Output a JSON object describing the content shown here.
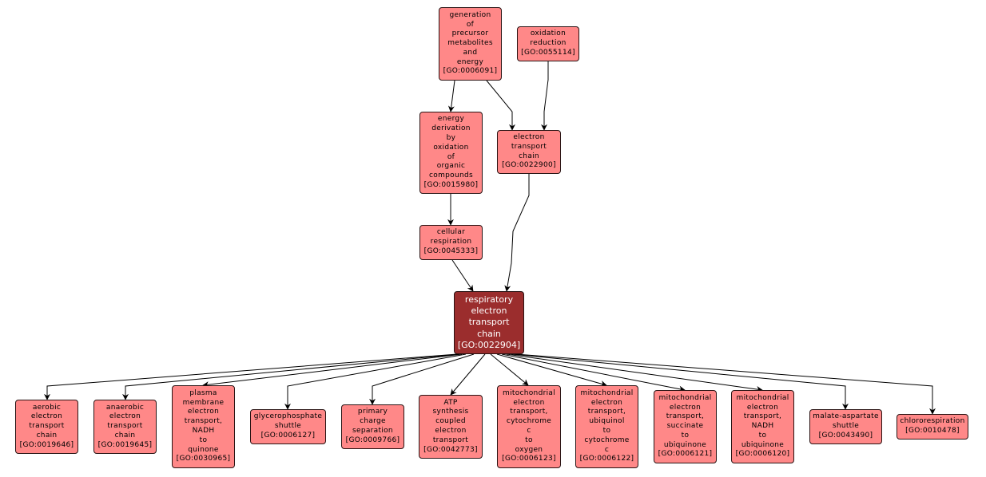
{
  "colors": {
    "node_fill": "#ff8888",
    "focus_fill": "#9b2d2d",
    "edge": "#000000"
  },
  "nodes": [
    {
      "id": "GO:0006091",
      "lines": [
        "generation",
        "of",
        "precursor",
        "metabolites",
        "and",
        "energy",
        "[GO:0006091]"
      ]
    },
    {
      "id": "GO:0055114",
      "lines": [
        "oxidation",
        "reduction",
        "[GO:0055114]"
      ]
    },
    {
      "id": "GO:0015980",
      "lines": [
        "energy",
        "derivation",
        "by",
        "oxidation",
        "of",
        "organic",
        "compounds",
        "[GO:0015980]"
      ]
    },
    {
      "id": "GO:0022900",
      "lines": [
        "electron",
        "transport",
        "chain",
        "[GO:0022900]"
      ]
    },
    {
      "id": "GO:0045333",
      "lines": [
        "cellular",
        "respiration",
        "[GO:0045333]"
      ]
    },
    {
      "id": "GO:0022904",
      "focus": true,
      "lines": [
        "respiratory",
        "electron",
        "transport",
        "chain",
        "[GO:0022904]"
      ]
    },
    {
      "id": "GO:0019646",
      "lines": [
        "aerobic",
        "electron",
        "transport",
        "chain",
        "[GO:0019646]"
      ]
    },
    {
      "id": "GO:0019645",
      "lines": [
        "anaerobic",
        "electron",
        "transport",
        "chain",
        "[GO:0019645]"
      ]
    },
    {
      "id": "GO:0030965",
      "lines": [
        "plasma",
        "membrane",
        "electron",
        "transport,",
        "NADH",
        "to",
        "quinone",
        "[GO:0030965]"
      ]
    },
    {
      "id": "GO:0006127",
      "lines": [
        "glycerophosphate",
        "shuttle",
        "[GO:0006127]"
      ]
    },
    {
      "id": "GO:0009766",
      "lines": [
        "primary",
        "charge",
        "separation",
        "[GO:0009766]"
      ]
    },
    {
      "id": "GO:0042773",
      "lines": [
        "ATP",
        "synthesis",
        "coupled",
        "electron",
        "transport",
        "[GO:0042773]"
      ]
    },
    {
      "id": "GO:0006123",
      "lines": [
        "mitochondrial",
        "electron",
        "transport,",
        "cytochrome",
        "c",
        "to",
        "oxygen",
        "[GO:0006123]"
      ]
    },
    {
      "id": "GO:0006122",
      "lines": [
        "mitochondrial",
        "electron",
        "transport,",
        "ubiquinol",
        "to",
        "cytochrome",
        "c",
        "[GO:0006122]"
      ]
    },
    {
      "id": "GO:0006121",
      "lines": [
        "mitochondrial",
        "electron",
        "transport,",
        "succinate",
        "to",
        "ubiquinone",
        "[GO:0006121]"
      ]
    },
    {
      "id": "GO:0006120",
      "lines": [
        "mitochondrial",
        "electron",
        "transport,",
        "NADH",
        "to",
        "ubiquinone",
        "[GO:0006120]"
      ]
    },
    {
      "id": "GO:0043490",
      "lines": [
        "malate-aspartate",
        "shuttle",
        "[GO:0043490]"
      ]
    },
    {
      "id": "GO:0010478",
      "lines": [
        "chlororespiration",
        "[GO:0010478]"
      ]
    }
  ],
  "edges": [
    {
      "from": "GO:0006091",
      "to": "GO:0015980"
    },
    {
      "from": "GO:0006091",
      "to": "GO:0022900"
    },
    {
      "from": "GO:0055114",
      "to": "GO:0022900"
    },
    {
      "from": "GO:0015980",
      "to": "GO:0045333"
    },
    {
      "from": "GO:0045333",
      "to": "GO:0022904"
    },
    {
      "from": "GO:0022900",
      "to": "GO:0022904"
    },
    {
      "from": "GO:0022904",
      "to": "GO:0019646"
    },
    {
      "from": "GO:0022904",
      "to": "GO:0019645"
    },
    {
      "from": "GO:0022904",
      "to": "GO:0030965"
    },
    {
      "from": "GO:0022904",
      "to": "GO:0006127"
    },
    {
      "from": "GO:0022904",
      "to": "GO:0009766"
    },
    {
      "from": "GO:0022904",
      "to": "GO:0042773"
    },
    {
      "from": "GO:0022904",
      "to": "GO:0006123"
    },
    {
      "from": "GO:0022904",
      "to": "GO:0006122"
    },
    {
      "from": "GO:0022904",
      "to": "GO:0006121"
    },
    {
      "from": "GO:0022904",
      "to": "GO:0006120"
    },
    {
      "from": "GO:0022904",
      "to": "GO:0043490"
    },
    {
      "from": "GO:0022904",
      "to": "GO:0010478"
    }
  ]
}
